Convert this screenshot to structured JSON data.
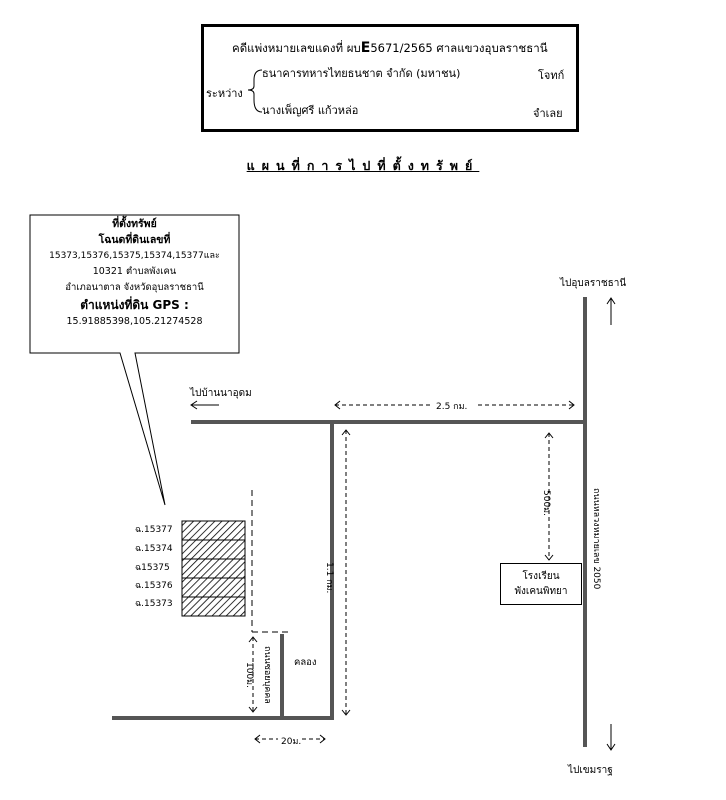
{
  "case": {
    "line1_prefix": "คดีแพ่งหมายเลขแดงที่  ผบ",
    "line1_letter": "E",
    "line1_rest": "5671/2565   ศาลแขวงอุบลราชธานี",
    "between_label": "ระหว่าง",
    "plaintiff_name": "ธนาคารทหารไทยธนชาต จำกัด (มหาชน)",
    "plaintiff_role": "โจทก์",
    "defendant_name": "นางเพ็ญศรี  แก้วหล่อ",
    "defendant_role": "จำเลย"
  },
  "map_title": "แผนที่การไปที่ตั้งทรัพย์",
  "callout": {
    "line1": "ที่ตั้งทรัพย์",
    "line2": "โฉนดที่ดินเลขที่",
    "line3": "15373,15376,15375,15374,15377และ",
    "line4": "10321 ตำบลพังเคน",
    "line5": "อำเภอนาตาล  จังหวัดอุบลราชธานี",
    "line6": "ตำแหน่งที่ดิน GPS :",
    "line7": "15.91885398,105.21274528"
  },
  "labels": {
    "to_ubon": "ไปอุบลราชธานี",
    "to_khemarat": "ไปเขมราฐ",
    "to_ban_na": "ไปบ้านนาอุดม",
    "dist_2_5": "2.5 กม.",
    "dist_1_1": "1.1 กม.",
    "dist_500": "500ม.",
    "dist_100": "100ม.",
    "dist_20": "20ม.",
    "highway": "ถนนหลวงหมายเลข 2050",
    "soi_road": "ถนนซอยบุคคล",
    "canal": "คลอง",
    "school_line1": "โรงเรียน",
    "school_line2": "พังเคนพิทยา"
  },
  "parcels": [
    "ฉ.15377",
    "ฉ.15374",
    "ฉ15375",
    "ฉ.15376",
    "ฉ.15373"
  ]
}
